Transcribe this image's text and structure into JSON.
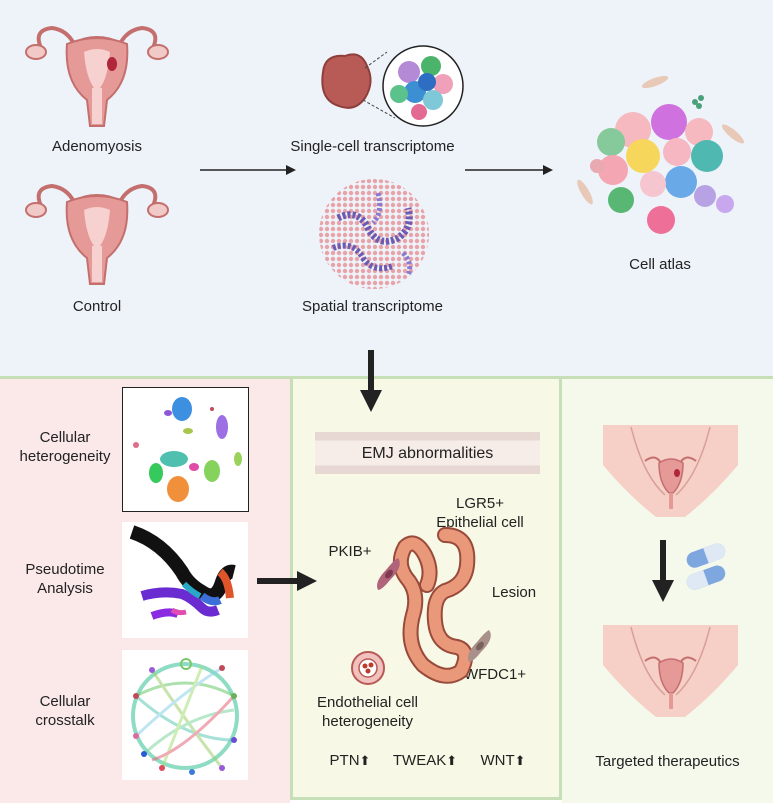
{
  "top": {
    "adenomyosis": "Adenomyosis",
    "control": "Control",
    "single_cell": "Single-cell transcriptome",
    "spatial": "Spatial transcriptome",
    "cell_atlas": "Cell atlas"
  },
  "left": {
    "heterogeneity": "Cellular\nheterogeneity",
    "pseudotime": "Pseudotime\nAnalysis",
    "crosstalk": "Cellular\ncrosstalk"
  },
  "middle": {
    "banner": "EMJ abnormalities",
    "lgr5": "LGR5+\nEpithelial cell",
    "pkib": "PKIB+",
    "lesion": "Lesion",
    "wfdc1": "WFDC1+",
    "endothelial": "Endothelial cell\nheterogeneity",
    "ptn": "PTN",
    "tweak": "TWEAK",
    "wnt": "WNT",
    "up_arrow": "⬆"
  },
  "right": {
    "targeted": "Targeted therapeutics"
  },
  "colors": {
    "top_bg": "#eef3f9",
    "left_bg": "#fbe9ea",
    "mid_bg": "#f7f9e6",
    "right_bg": "#f4f9ec",
    "border": "#c7dfb6",
    "uterus": "#e59a98",
    "uterus_dark": "#c46f6e"
  }
}
